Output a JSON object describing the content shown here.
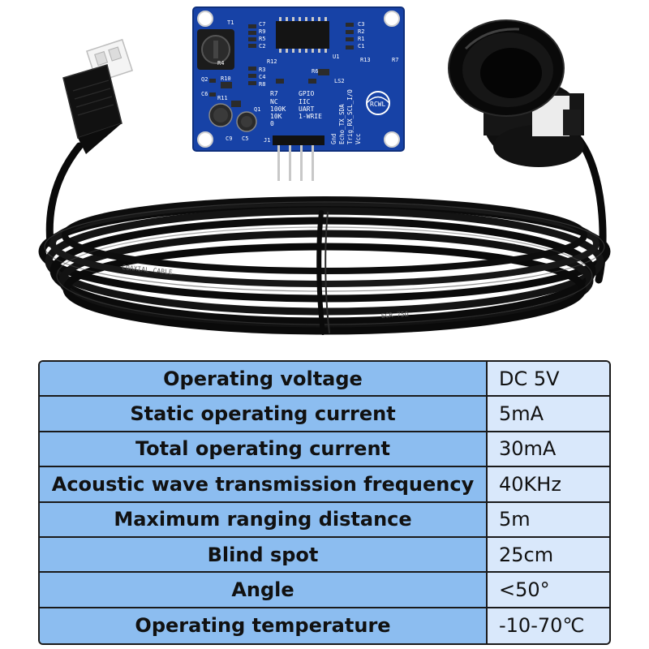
{
  "pcb": {
    "components_left": [
      "T1",
      "C7",
      "R9",
      "R5",
      "C2",
      "R4",
      "R12",
      "R3",
      "C4",
      "R8",
      "Q2",
      "R10",
      "C6",
      "R11",
      "Q1",
      "C9",
      "C5"
    ],
    "components_right": [
      "C3",
      "R2",
      "R1",
      "C1",
      "U1",
      "R13",
      "R7",
      "R6",
      "LS2"
    ],
    "mode_header": [
      "R7",
      "GPIO"
    ],
    "mode_rows": [
      [
        "NC",
        "IIC"
      ],
      [
        "100K",
        "UART"
      ],
      [
        "10K",
        "1-WRIE"
      ],
      [
        "0",
        ""
      ]
    ],
    "pins": [
      "Gnd",
      "Echo_TX_SDA",
      "Trig_RX_SCL_I/O",
      "Vcc"
    ],
    "connector_label": "J1",
    "brand_logo": "RCWL"
  },
  "cable": {
    "print_a": "COAXIAL CABLE",
    "print_b": "ECR 75Ω"
  },
  "colors": {
    "pcb": "#1742a6",
    "label_cell": "#8cbdf0",
    "value_cell": "#d9e8fb",
    "border": "#1a1a1a"
  },
  "specs": [
    {
      "label": "Operating voltage",
      "value": "DC 5V"
    },
    {
      "label": "Static operating current",
      "value": "5mA"
    },
    {
      "label": "Total operating current",
      "value": "30mA"
    },
    {
      "label": "Acoustic wave transmission frequency",
      "value": "40KHz"
    },
    {
      "label": "Maximum ranging distance",
      "value": "5m"
    },
    {
      "label": "Blind spot",
      "value": "25cm"
    },
    {
      "label": "Angle",
      "value": "<50°"
    },
    {
      "label": "Operating temperature",
      "value": "-10-70℃"
    }
  ]
}
